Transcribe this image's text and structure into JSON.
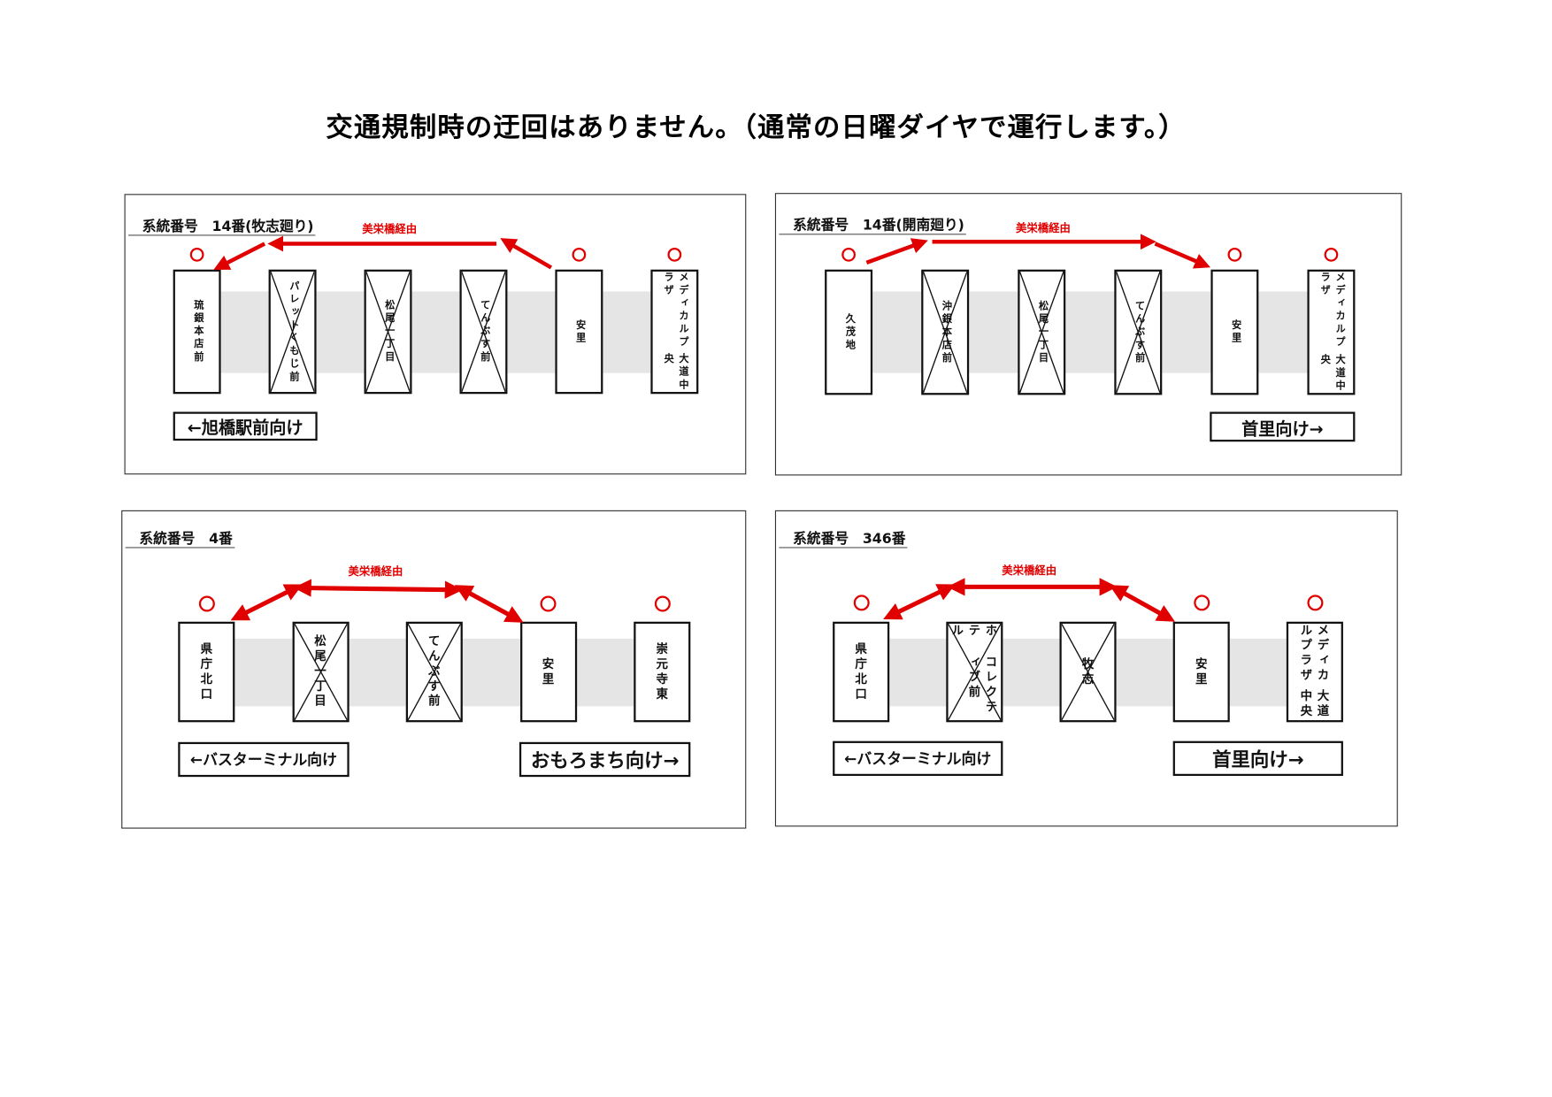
{
  "title": "交通規制時の迂回はありません。（通常の日曜ダイヤで運行します。）",
  "colors": {
    "accent": "#e00000",
    "band": "#e5e5e5"
  },
  "panels": [
    {
      "route": "系統番号　14番(牧志廻り)",
      "via": "美栄橋経由",
      "stops": [
        {
          "lines": [
            "琉銀本店前"
          ],
          "skipped": false,
          "stop_mark": true
        },
        {
          "lines": [
            "パレットくもじ前"
          ],
          "skipped": true,
          "stop_mark": false
        },
        {
          "lines": [
            "松尾一丁目"
          ],
          "skipped": true,
          "stop_mark": false
        },
        {
          "lines": [
            "てんぶす前"
          ],
          "skipped": true,
          "stop_mark": false
        },
        {
          "lines": [
            "安里"
          ],
          "skipped": false,
          "stop_mark": true
        },
        {
          "lines": [
            "メディカルプラザ",
            "大道中央"
          ],
          "skipped": false,
          "stop_mark": true
        }
      ],
      "directions": [
        "←旭橋駅前向け"
      ]
    },
    {
      "route": "系統番号　14番(開南廻り)",
      "via": "美栄橋経由",
      "stops": [
        {
          "lines": [
            "久茂地"
          ],
          "skipped": false,
          "stop_mark": true
        },
        {
          "lines": [
            "沖銀本店前"
          ],
          "skipped": true,
          "stop_mark": false
        },
        {
          "lines": [
            "松尾一丁目"
          ],
          "skipped": true,
          "stop_mark": false
        },
        {
          "lines": [
            "てんぶす前"
          ],
          "skipped": true,
          "stop_mark": false
        },
        {
          "lines": [
            "安里"
          ],
          "skipped": false,
          "stop_mark": true
        },
        {
          "lines": [
            "メディカルプラザ",
            "大道中央"
          ],
          "skipped": false,
          "stop_mark": true
        }
      ],
      "directions": [
        "首里向け→"
      ]
    },
    {
      "route": "系統番号　4番",
      "via": "美栄橋経由",
      "stops": [
        {
          "lines": [
            "県庁北口"
          ],
          "skipped": false,
          "stop_mark": true
        },
        {
          "lines": [
            "松尾一丁目"
          ],
          "skipped": true,
          "stop_mark": false
        },
        {
          "lines": [
            "てんぶす前"
          ],
          "skipped": true,
          "stop_mark": false
        },
        {
          "lines": [
            "安里"
          ],
          "skipped": false,
          "stop_mark": true
        },
        {
          "lines": [
            "崇元寺東"
          ],
          "skipped": false,
          "stop_mark": true
        }
      ],
      "directions": [
        "←バスターミナル向け",
        "おもろまち向け→"
      ]
    },
    {
      "route": "系統番号　346番",
      "via": "美栄橋経由",
      "stops": [
        {
          "lines": [
            "県庁北口"
          ],
          "skipped": false,
          "stop_mark": true
        },
        {
          "lines": [
            "ホテル",
            "コレクティブ前"
          ],
          "skipped": true,
          "stop_mark": false
        },
        {
          "lines": [
            "牧志"
          ],
          "skipped": true,
          "stop_mark": false
        },
        {
          "lines": [
            "安里"
          ],
          "skipped": false,
          "stop_mark": true
        },
        {
          "lines": [
            "メディカルプラザ",
            "大道中央"
          ],
          "skipped": false,
          "stop_mark": true
        }
      ],
      "directions": [
        "←バスターミナル向け",
        "首里向け→"
      ]
    }
  ]
}
